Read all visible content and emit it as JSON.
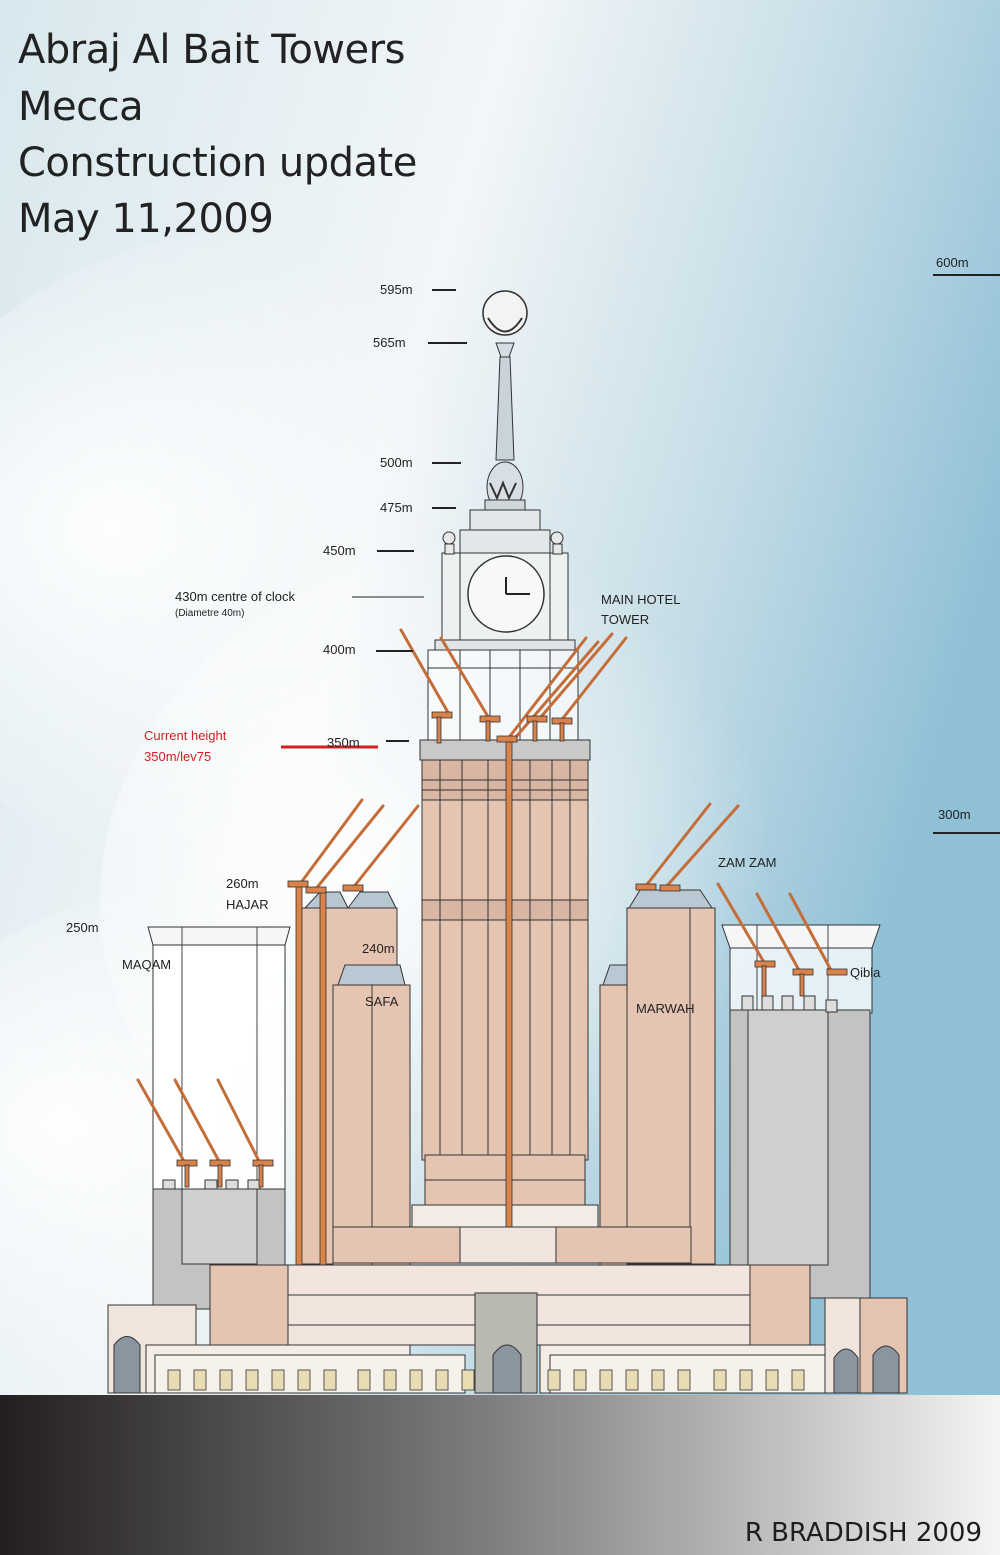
{
  "title_lines": [
    "Abraj Al Bait Towers",
    "Mecca",
    "Construction update",
    "May 11,2009"
  ],
  "scale_labels": {
    "s600": "600m",
    "s300": "300m"
  },
  "height_markers": {
    "m595": "595m",
    "m565": "565m",
    "m500": "500m",
    "m475": "475m",
    "m450": "450m",
    "m430": "430m  centre of clock",
    "m430_note": "(Diametre 40m)",
    "m400": "400m",
    "m350": "350m"
  },
  "current_height": {
    "line1": "Current height",
    "line2": "350m/lev75"
  },
  "towers": {
    "main_line1": "MAIN HOTEL",
    "main_line2": "TOWER",
    "hajar_height": "260m",
    "hajar": "HAJAR",
    "maqam_height": "250m",
    "maqam": "MAQAM",
    "safa_height": "240m",
    "safa": "SAFA",
    "marwah": "MARWAH",
    "zamzam": "ZAM ZAM",
    "qibla": "Qibla"
  },
  "credit": "R BRADDISH 2009",
  "colors": {
    "tower_fill": "#e6c4b2",
    "crane": "#d9824a",
    "grey_block": "#c2c2c2",
    "current_height": "#d42020"
  }
}
